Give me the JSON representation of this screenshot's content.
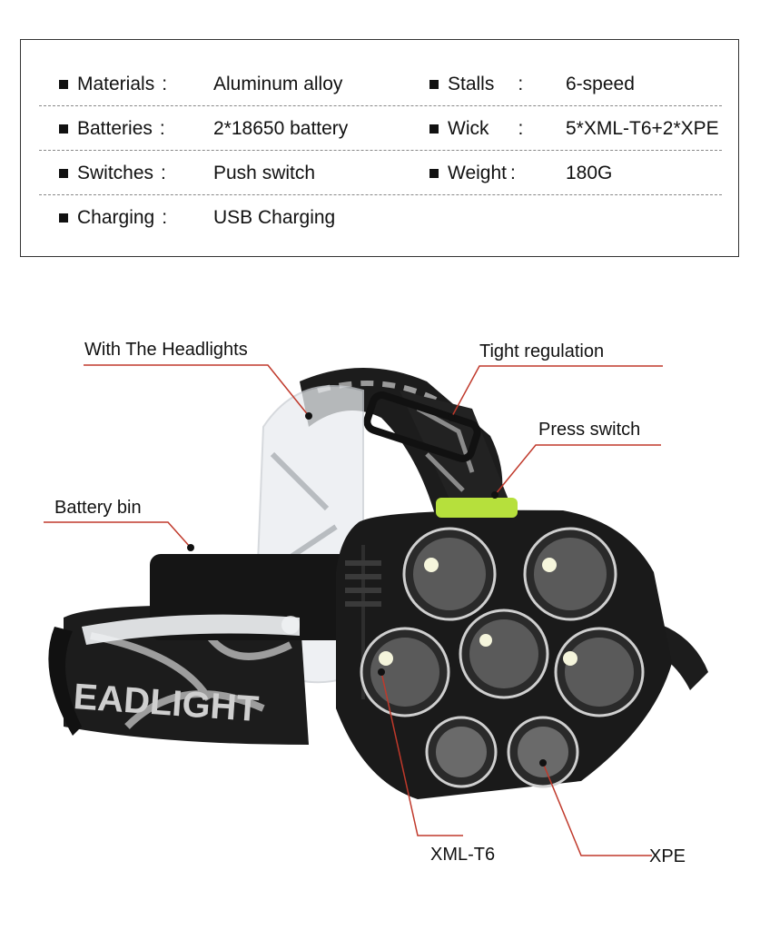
{
  "specs": {
    "rows": [
      {
        "left_label": "Materials",
        "left_value": "Aluminum alloy",
        "right_label": "Stalls",
        "right_value": "6-speed"
      },
      {
        "left_label": "Batteries",
        "left_value": "2*18650 battery",
        "right_label": "Wick",
        "right_value": "5*XML-T6+2*XPE"
      },
      {
        "left_label": "Switches",
        "left_value": "Push switch",
        "right_label": "Weight",
        "right_value": "180G"
      },
      {
        "left_label": "Charging",
        "left_value": "USB Charging",
        "right_label": "",
        "right_value": ""
      }
    ]
  },
  "callouts": {
    "headlights": "With The Headlights",
    "tight": "Tight regulation",
    "press": "Press switch",
    "battery": "Battery bin",
    "xml": "XML-T6",
    "xpe": "XPE"
  },
  "band_text": "EADLIGHT",
  "colors": {
    "accent_line": "#c0392b",
    "band": "#1c1c1c",
    "switch": "#b6e03c"
  }
}
